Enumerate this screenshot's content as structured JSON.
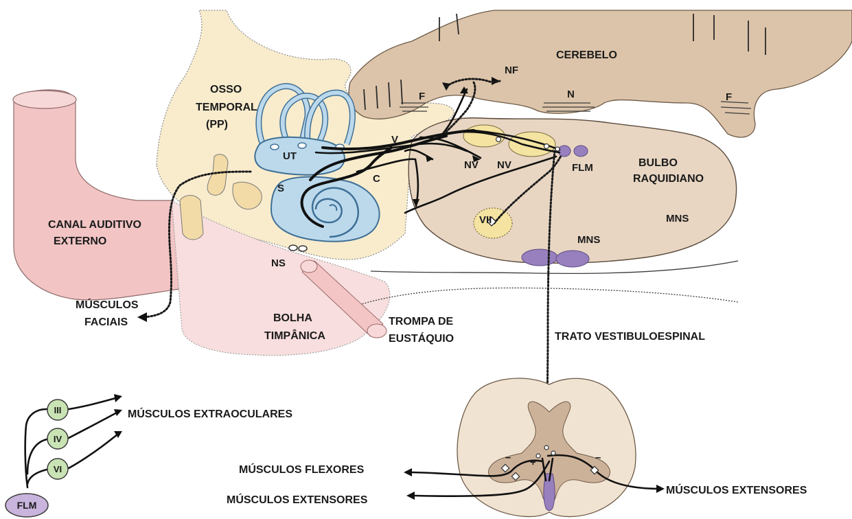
{
  "labels": {
    "cerebelo": "CEREBELO",
    "nf": "NF",
    "f_left": "F",
    "n": "N",
    "f_right": "F",
    "osso_temporal_1": "OSSO",
    "osso_temporal_2": "TEMPORAL",
    "osso_temporal_3": "(PP)",
    "ut": "UT",
    "s": "S",
    "v": "V",
    "c": "C",
    "nv_1": "NV",
    "nv_2": "NV",
    "flm": "FLM",
    "bulbo_1": "BULBO",
    "bulbo_2": "RAQUIDIANO",
    "vii": "VII",
    "mns_1": "MNS",
    "mns_2": "MNS",
    "canal_1": "CANAL AUDITIVO",
    "canal_2": "EXTERNO",
    "ns": "NS",
    "musculos_faciais_1": "MÚSCULOS",
    "musculos_faciais_2": "FACIAIS",
    "bolha_1": "BOLHA",
    "bolha_2": "TIMPÂNICA",
    "trompa_1": "TROMPA DE",
    "trompa_2": "EUSTÁQUIO",
    "trato": "TRATO VESTIBULOESPINAL",
    "extraoculares": "MÚSCULOS EXTRAOCULARES",
    "flexores": "MÚSCULOS FLEXORES",
    "extensores_left": "MÚSCULOS EXTENSORES",
    "extensores_right": "MÚSCULOS EXTENSORES",
    "sign_minus_left": "–",
    "sign_plus": "+",
    "sign_minus_right": "–"
  },
  "nuclei": {
    "iii": "III",
    "iv": "IV",
    "vi": "VI",
    "flm_legend": "FLM"
  },
  "colors": {
    "bone": "#f8eccd",
    "cerebellum": "#dcc4aa",
    "medulla": "#e8d6c3",
    "labyrinth": "#bcd9ec",
    "labyrinth_stroke": "#3f6f96",
    "vestibular_nuclei": "#f4e3a1",
    "flm_purple": "#9880bf",
    "ear_pink": "#f2c4c4",
    "legend_green": "#c9e3b4",
    "legend_purple": "#c8b4dc",
    "spinal_white": "#f1e3d2",
    "spinal_gray": "#cdb29a"
  }
}
